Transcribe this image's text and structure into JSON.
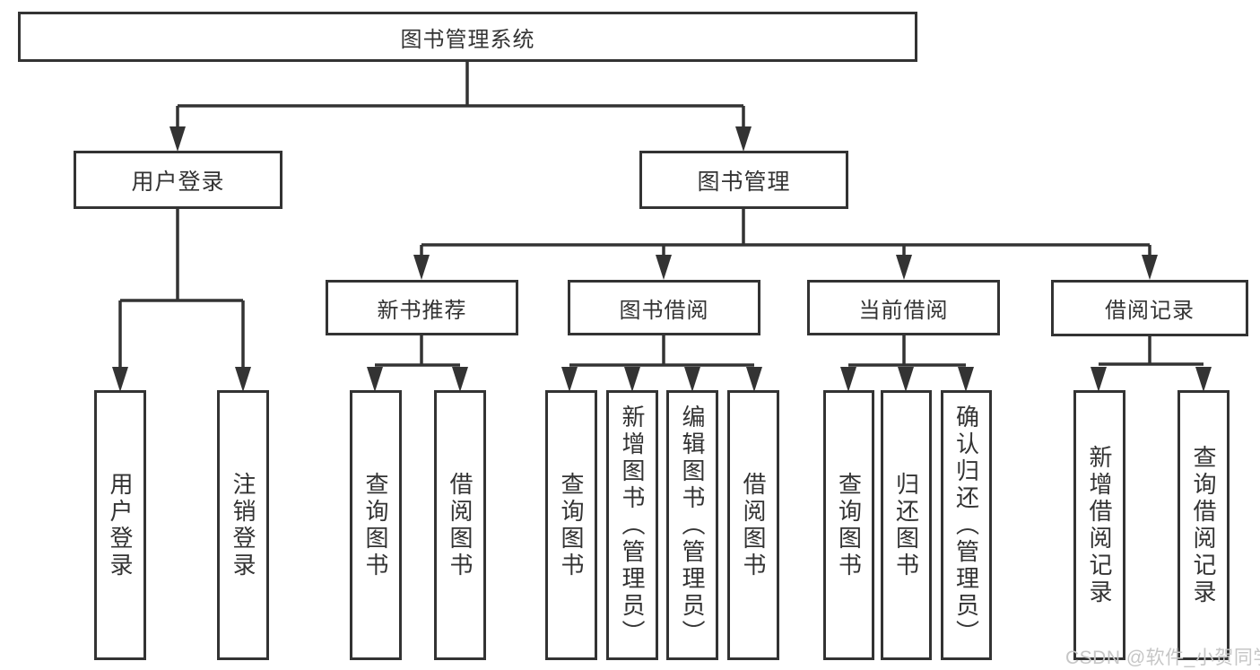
{
  "tree": {
    "root": {
      "label": "图书管理系统"
    },
    "branches": [
      {
        "label": "用户登录",
        "children": [
          {
            "label": "用户登录"
          },
          {
            "label": "注销登录"
          }
        ]
      },
      {
        "label": "图书管理",
        "children": [
          {
            "label": "新书推荐",
            "children": [
              {
                "label": "查询图书"
              },
              {
                "label": "借阅图书"
              }
            ]
          },
          {
            "label": "图书借阅",
            "children": [
              {
                "label": "查询图书"
              },
              {
                "label": "新增图书（管理员）"
              },
              {
                "label": "编辑图书（管理员）"
              },
              {
                "label": "借阅图书"
              }
            ]
          },
          {
            "label": "当前借阅",
            "children": [
              {
                "label": "查询图书"
              },
              {
                "label": "归还图书"
              },
              {
                "label": "确认归还（管理员）"
              }
            ]
          },
          {
            "label": "借阅记录",
            "children": [
              {
                "label": "新增借阅记录"
              },
              {
                "label": "查询借阅记录"
              }
            ]
          }
        ]
      }
    ]
  },
  "watermark": {
    "text": "CSDN @软件_小贺同学"
  },
  "colors": {
    "line": "#333333",
    "text": "#333333",
    "watermark": "#c6c6c6",
    "background": "#ffffff"
  }
}
